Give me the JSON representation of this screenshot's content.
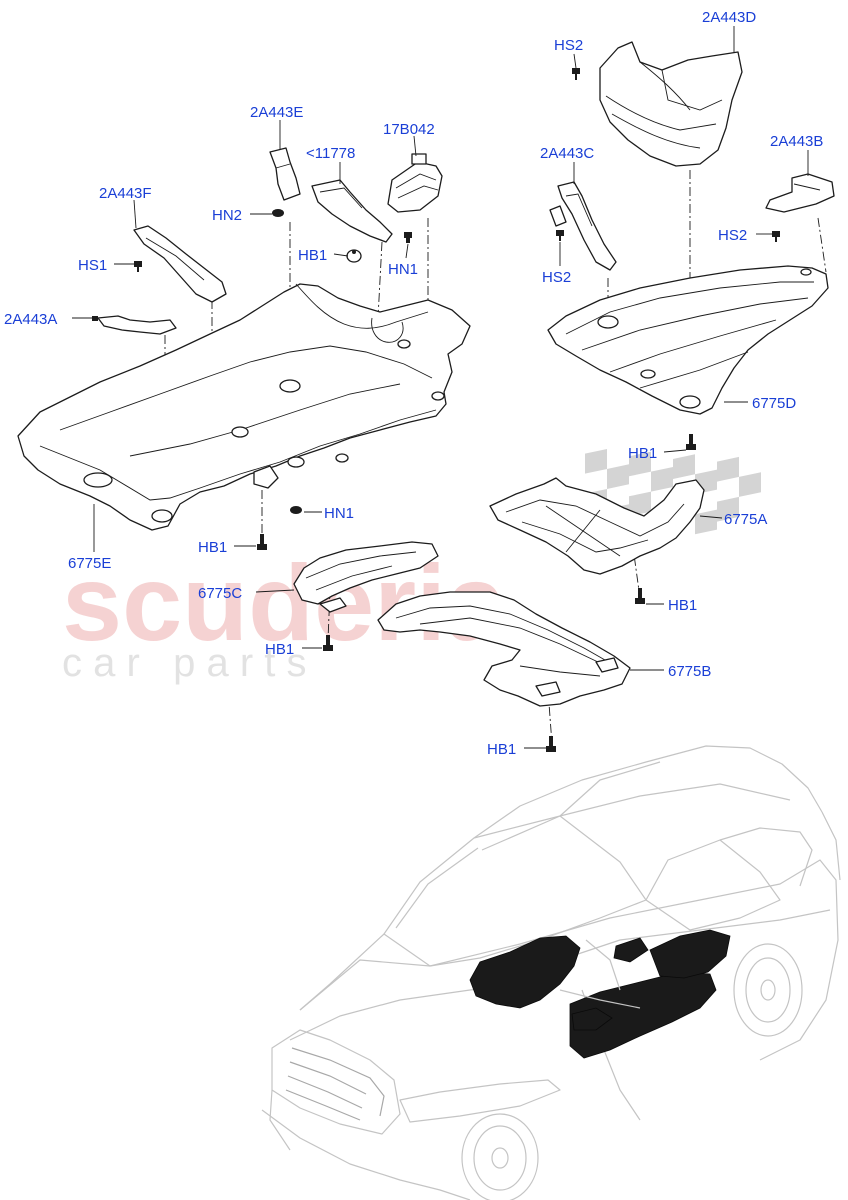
{
  "watermark": {
    "brand": "scuderia",
    "tagline": "c a r   p a r t s"
  },
  "callouts": [
    {
      "id": "2A443D",
      "text": "2A443D"
    },
    {
      "id": "HS2-top",
      "text": "HS2"
    },
    {
      "id": "2A443E",
      "text": "2A443E"
    },
    {
      "id": "17B042",
      "text": "17B042"
    },
    {
      "id": "11778",
      "text": "<11778"
    },
    {
      "id": "2A443C",
      "text": "2A443C"
    },
    {
      "id": "2A443B",
      "text": "2A443B"
    },
    {
      "id": "2A443F",
      "text": "2A443F"
    },
    {
      "id": "HN2",
      "text": "HN2"
    },
    {
      "id": "HB1-a",
      "text": "HB1"
    },
    {
      "id": "HS2-right",
      "text": "HS2"
    },
    {
      "id": "HS1",
      "text": "HS1"
    },
    {
      "id": "HN1-a",
      "text": "HN1"
    },
    {
      "id": "HS2-mid",
      "text": "HS2"
    },
    {
      "id": "2A443A",
      "text": "2A443A"
    },
    {
      "id": "6775D",
      "text": "6775D"
    },
    {
      "id": "HB1-b",
      "text": "HB1"
    },
    {
      "id": "HN1-b",
      "text": "HN1"
    },
    {
      "id": "6775A",
      "text": "6775A"
    },
    {
      "id": "HB1-c",
      "text": "HB1"
    },
    {
      "id": "6775E",
      "text": "6775E"
    },
    {
      "id": "6775C",
      "text": "6775C"
    },
    {
      "id": "HB1-d",
      "text": "HB1"
    },
    {
      "id": "HB1-e",
      "text": "HB1"
    },
    {
      "id": "6775B",
      "text": "6775B"
    },
    {
      "id": "HB1-f",
      "text": "HB1"
    }
  ],
  "colors": {
    "callout": "#1a3fd6",
    "line": "#1c1c1c",
    "watermark": "#f2c4c4"
  }
}
